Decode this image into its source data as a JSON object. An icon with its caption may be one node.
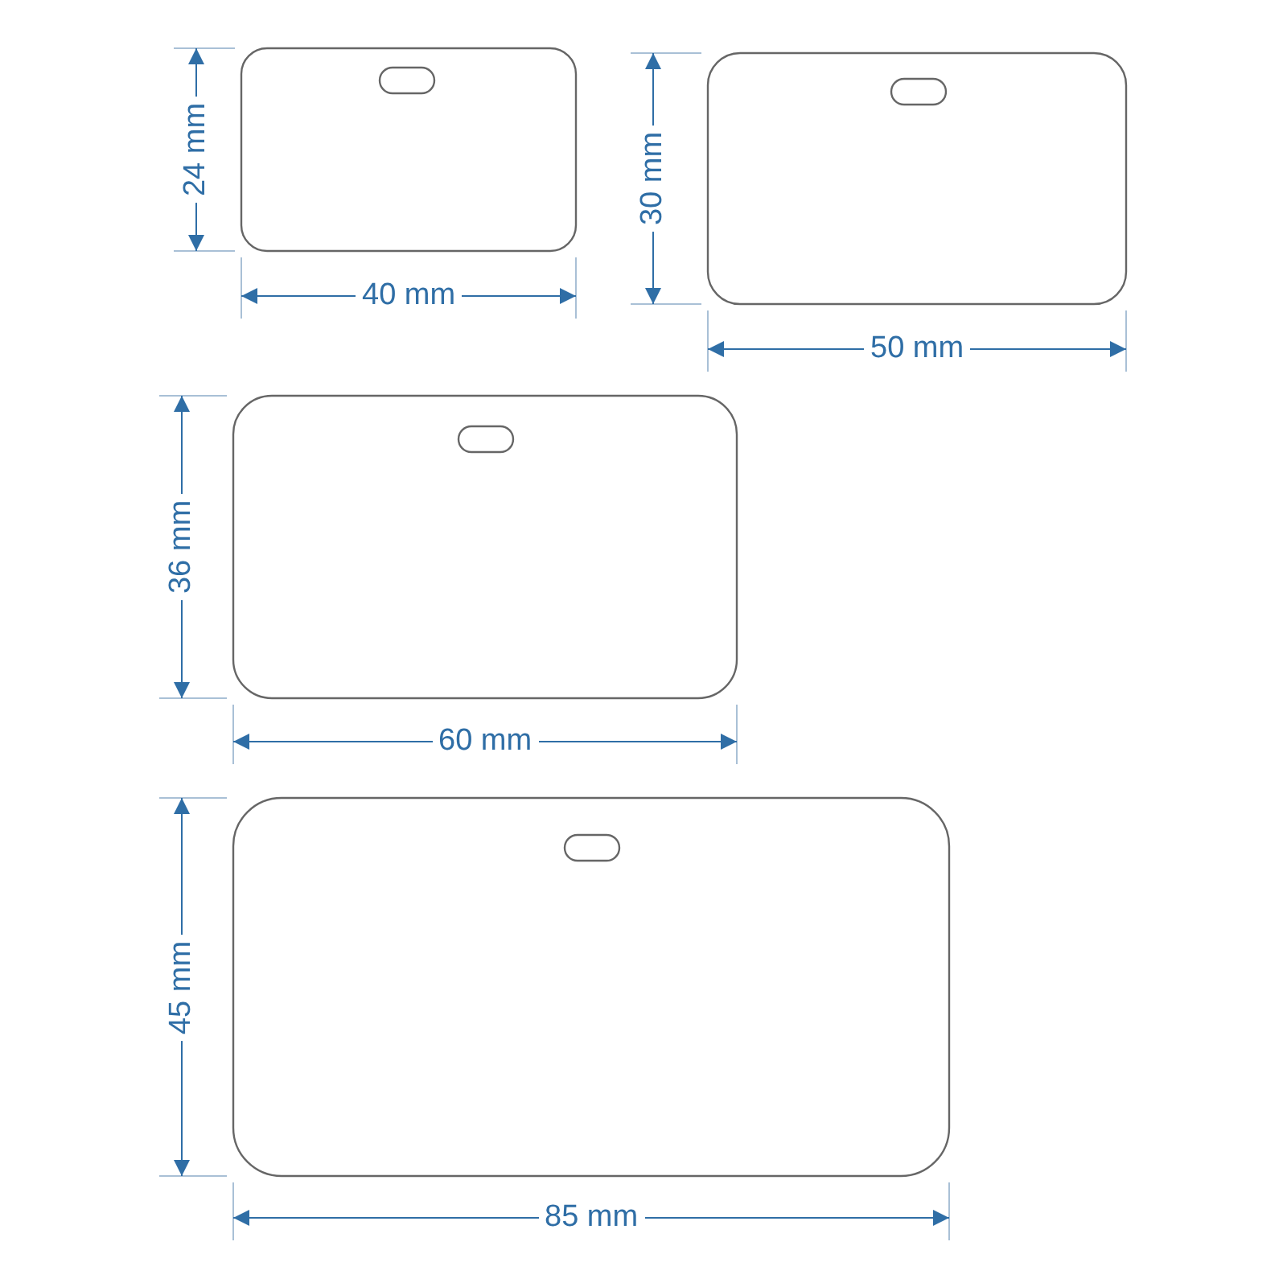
{
  "diagram": {
    "labels": [
      "24 mm",
      "40 mm",
      "30 mm",
      "50 mm",
      "36 mm",
      "60 mm",
      "45 mm",
      "85 mm"
    ]
  }
}
